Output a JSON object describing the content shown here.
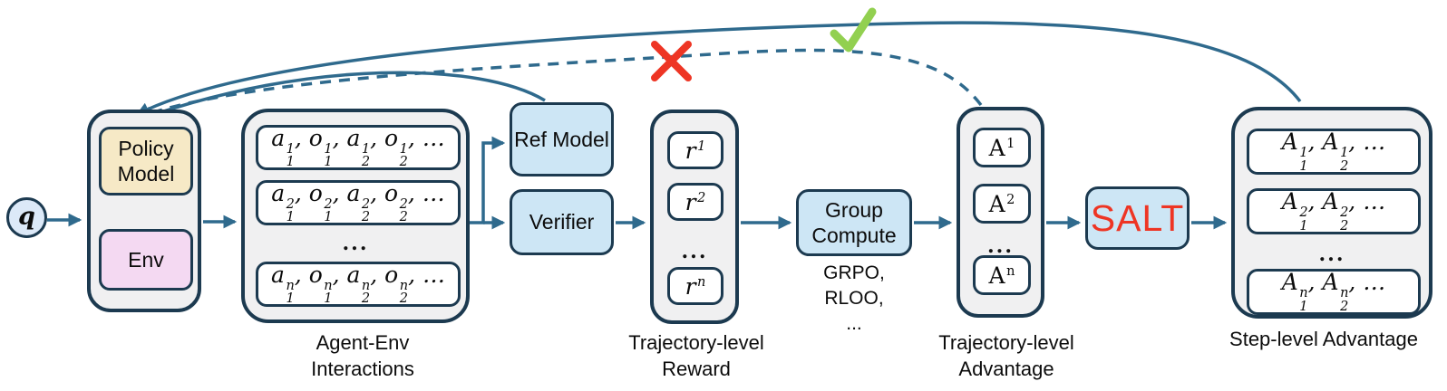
{
  "diagram": {
    "query": {
      "symbol": "q"
    },
    "agent": {
      "policy_label": "Policy Model",
      "env_label": "Env"
    },
    "interactions": {
      "caption": "Agent-Env Interactions",
      "dots": "...",
      "rows": [
        {
          "italic": true,
          "trail": ", …",
          "tokens": [
            {
              "b": "a",
              "sub": "1",
              "sup": "1"
            },
            {
              "b": "o",
              "sub": "1",
              "sup": "1"
            },
            {
              "b": "a",
              "sub": "2",
              "sup": "1"
            },
            {
              "b": "o",
              "sub": "2",
              "sup": "1"
            }
          ]
        },
        {
          "italic": true,
          "trail": ", …",
          "tokens": [
            {
              "b": "a",
              "sub": "1",
              "sup": "2"
            },
            {
              "b": "o",
              "sub": "1",
              "sup": "2"
            },
            {
              "b": "a",
              "sub": "2",
              "sup": "2"
            },
            {
              "b": "o",
              "sub": "2",
              "sup": "2"
            }
          ]
        },
        {
          "italic": true,
          "trail": ", …",
          "tokens": [
            {
              "b": "a",
              "sub": "1",
              "sup": "n"
            },
            {
              "b": "o",
              "sub": "1",
              "sup": "n"
            },
            {
              "b": "a",
              "sub": "2",
              "sup": "n"
            },
            {
              "b": "o",
              "sub": "2",
              "sup": "n"
            }
          ]
        }
      ]
    },
    "ref_model": {
      "label": "Ref Model"
    },
    "verifier": {
      "label": "Verifier"
    },
    "rewards": {
      "caption": "Trajectory-level Reward",
      "dots": "...",
      "rows": [
        {
          "italic": true,
          "tokens": [
            {
              "b": "r",
              "sup": "1"
            }
          ]
        },
        {
          "italic": true,
          "tokens": [
            {
              "b": "r",
              "sup": "2"
            }
          ]
        },
        {
          "italic": true,
          "tokens": [
            {
              "b": "r",
              "sup": "n"
            }
          ]
        }
      ]
    },
    "group_compute": {
      "label": "Group Compute",
      "methods": [
        "GRPO,",
        "RLOO,",
        "..."
      ]
    },
    "traj_advantages": {
      "caption": "Trajectory-level Advantage",
      "dots": "...",
      "rows": [
        {
          "italic": false,
          "tokens": [
            {
              "b": "A",
              "sup": "1"
            }
          ]
        },
        {
          "italic": false,
          "tokens": [
            {
              "b": "A",
              "sup": "2"
            }
          ]
        },
        {
          "italic": false,
          "tokens": [
            {
              "b": "A",
              "sup": "n"
            }
          ]
        }
      ]
    },
    "salt": {
      "label": "SALT",
      "text_color": "#ee3524"
    },
    "step_advantages": {
      "caption": "Step-level Advantage",
      "dots": "...",
      "rows": [
        {
          "italic": true,
          "trail": ", …",
          "tokens": [
            {
              "b": "A",
              "sub": "1",
              "sup": "1"
            },
            {
              "b": "A",
              "sub": "2",
              "sup": "1"
            }
          ]
        },
        {
          "italic": true,
          "trail": ", …",
          "tokens": [
            {
              "b": "A",
              "sub": "1",
              "sup": "2"
            },
            {
              "b": "A",
              "sub": "2",
              "sup": "2"
            }
          ]
        },
        {
          "italic": true,
          "trail": ", …",
          "tokens": [
            {
              "b": "A",
              "sub": "1",
              "sup": "n"
            },
            {
              "b": "A",
              "sub": "2",
              "sup": "n"
            }
          ]
        }
      ]
    },
    "colors": {
      "arrow": "#2f6a8d",
      "border": "#1c3a50",
      "panel_fill": "#f0f0f1",
      "policy_fill": "#f6e9c6",
      "env_fill": "#f4d9f2",
      "module_fill": "#cde6f5",
      "salt_text": "#ee3524",
      "reject_cross": "#ee3524",
      "accept_check": "#92d050"
    }
  }
}
